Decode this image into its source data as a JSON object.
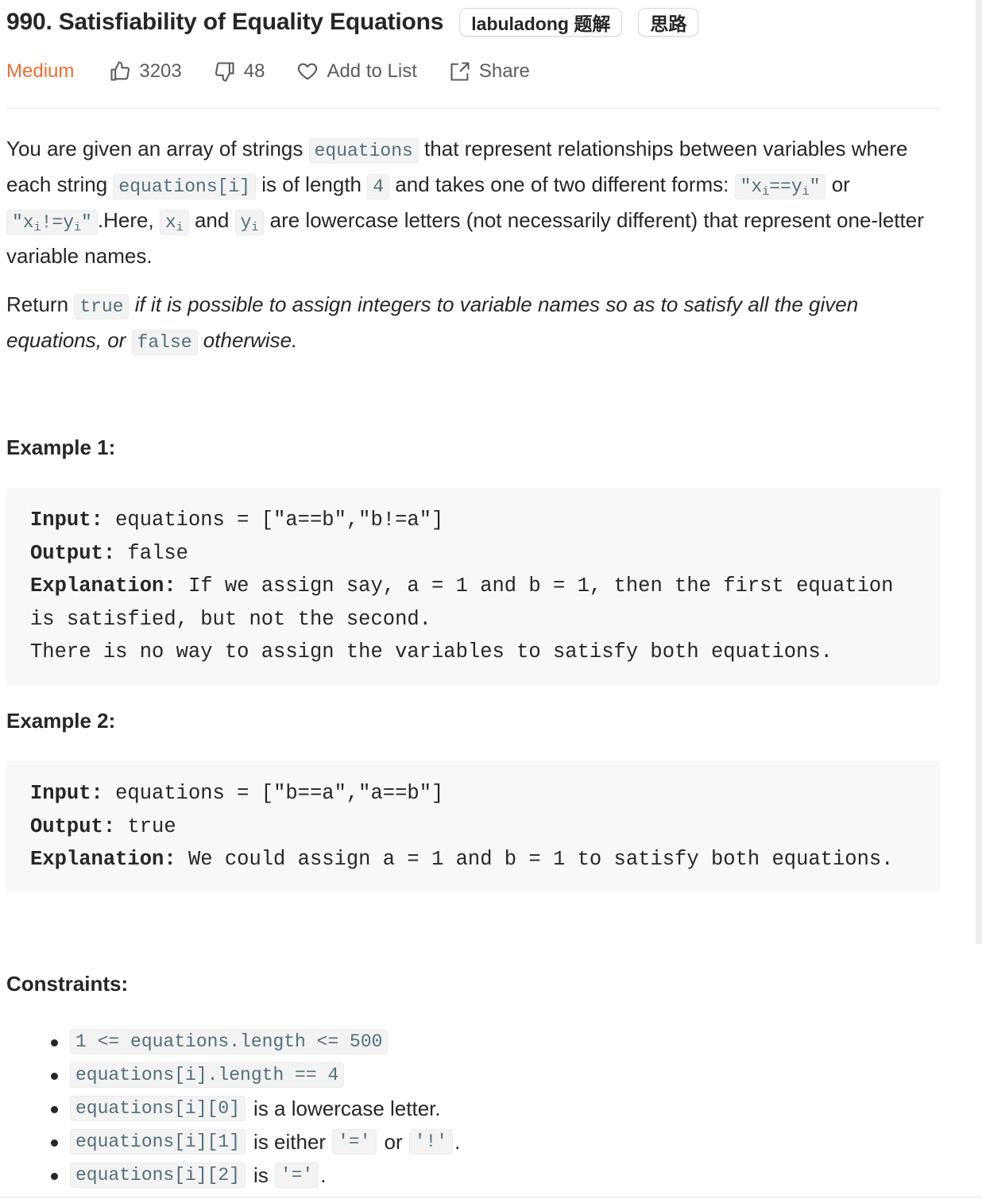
{
  "problem": {
    "title": "990. Satisfiability of Equality Equations",
    "tag_solution": "labuladong 题解",
    "tag_idea": "思路",
    "difficulty": "Medium",
    "likes": "3203",
    "dislikes": "48",
    "add_to_list": "Add to List",
    "share": "Share"
  },
  "description": {
    "p1_a": "You are given an array of strings ",
    "p1_code1": "equations",
    "p1_b": " that represent relationships between variables where each string ",
    "p1_code2": "equations[i]",
    "p1_c": " is of length ",
    "p1_code3": "4",
    "p1_d": " and takes one of two different forms: ",
    "form1_a": "\"x",
    "form1_b": "==y",
    "form1_c": "\"",
    "p1_or": " or ",
    "form2_a": "\"x",
    "form2_b": "!=y",
    "form2_c": "\"",
    "p1_e": ".Here, ",
    "var_x": "x",
    "p1_and": " and ",
    "var_y": "y",
    "sub_i": "i",
    "p1_f": " are lowercase letters (not necessarily different) that represent one-letter variable names.",
    "p2_a": "Return ",
    "p2_true": "true",
    "p2_b": " if it is possible to assign integers to variable names so as to satisfy all the given equations, or ",
    "p2_false": "false",
    "p2_c": " otherwise."
  },
  "examples": [
    {
      "heading": "Example 1:",
      "input_label": "Input:",
      "input": " equations = [\"a==b\",\"b!=a\"]",
      "output_label": "Output:",
      "output": " false",
      "explanation_label": "Explanation:",
      "explanation_1": " If we assign say, a = 1 and b = 1, then the first equation",
      "explanation_2": "is satisfied, but not the second.",
      "explanation_3": "There is no way to assign the variables to satisfy both equations."
    },
    {
      "heading": "Example 2:",
      "input_label": "Input:",
      "input": " equations = [\"b==a\",\"a==b\"]",
      "output_label": "Output:",
      "output": " true",
      "explanation_label": "Explanation:",
      "explanation_1": " We could assign a = 1 and b = 1 to satisfy both equations."
    }
  ],
  "constraints": {
    "heading": "Constraints:",
    "c1": "1 <= equations.length <= 500",
    "c2": "equations[i].length == 4",
    "c3_code": "equations[i][0]",
    "c3_text": "is a lowercase letter.",
    "c4_code": "equations[i][1]",
    "c4_text": "is either",
    "c4_eq": "'='",
    "c4_or": "or",
    "c4_ne": "'!'",
    "c4_end": ".",
    "c5_code": "equations[i][2]",
    "c5_text": "is",
    "c5_eq": "'='",
    "c5_end": "."
  },
  "colors": {
    "difficulty_medium": "#ef6c2f",
    "code_text": "#546e7a",
    "example_bg": "#f7f8fa"
  }
}
